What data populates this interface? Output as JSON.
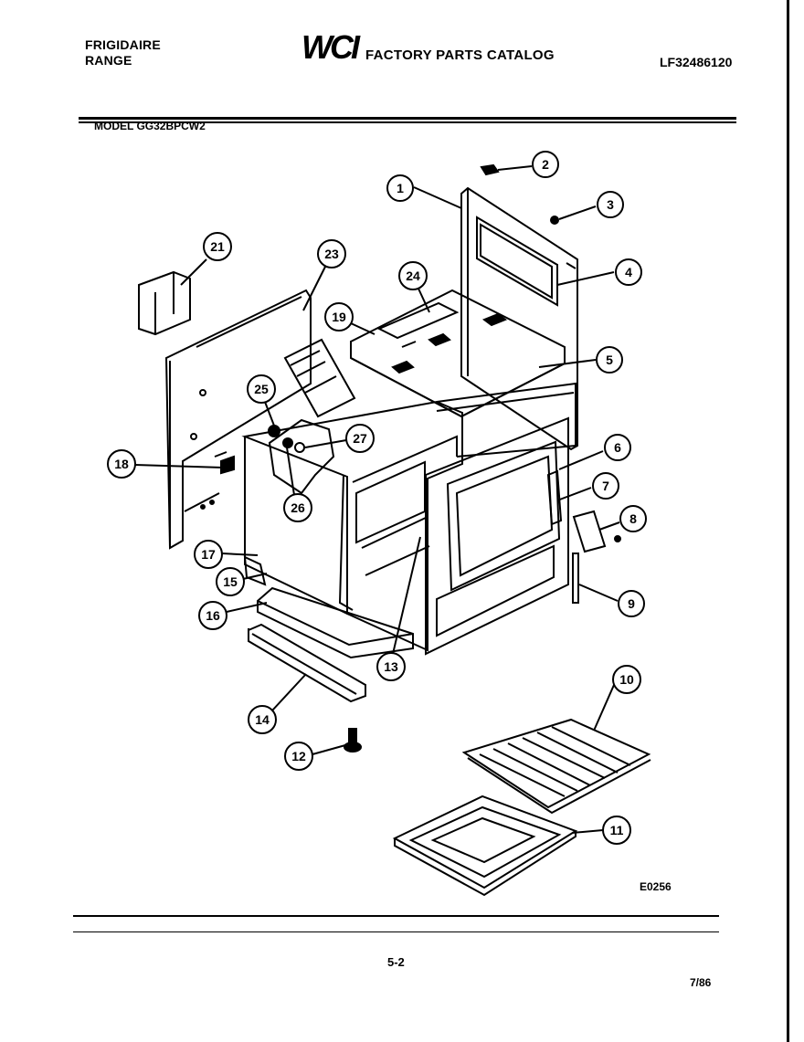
{
  "header": {
    "brand_line1": "FRIGIDAIRE",
    "brand_line2": "RANGE",
    "logo": "WCI",
    "catalog_title": "FACTORY PARTS CATALOG",
    "catalog_code": "LF32486120",
    "model": "MODEL GG32BPCW2"
  },
  "diagram": {
    "reference": "E0256",
    "callouts": [
      "1",
      "2",
      "3",
      "4",
      "5",
      "6",
      "7",
      "8",
      "9",
      "10",
      "11",
      "12",
      "13",
      "14",
      "15",
      "16",
      "17",
      "18",
      "19",
      "21",
      "23",
      "24",
      "25",
      "26",
      "27"
    ]
  },
  "footer": {
    "page_number": "5-2",
    "date": "7/86"
  }
}
